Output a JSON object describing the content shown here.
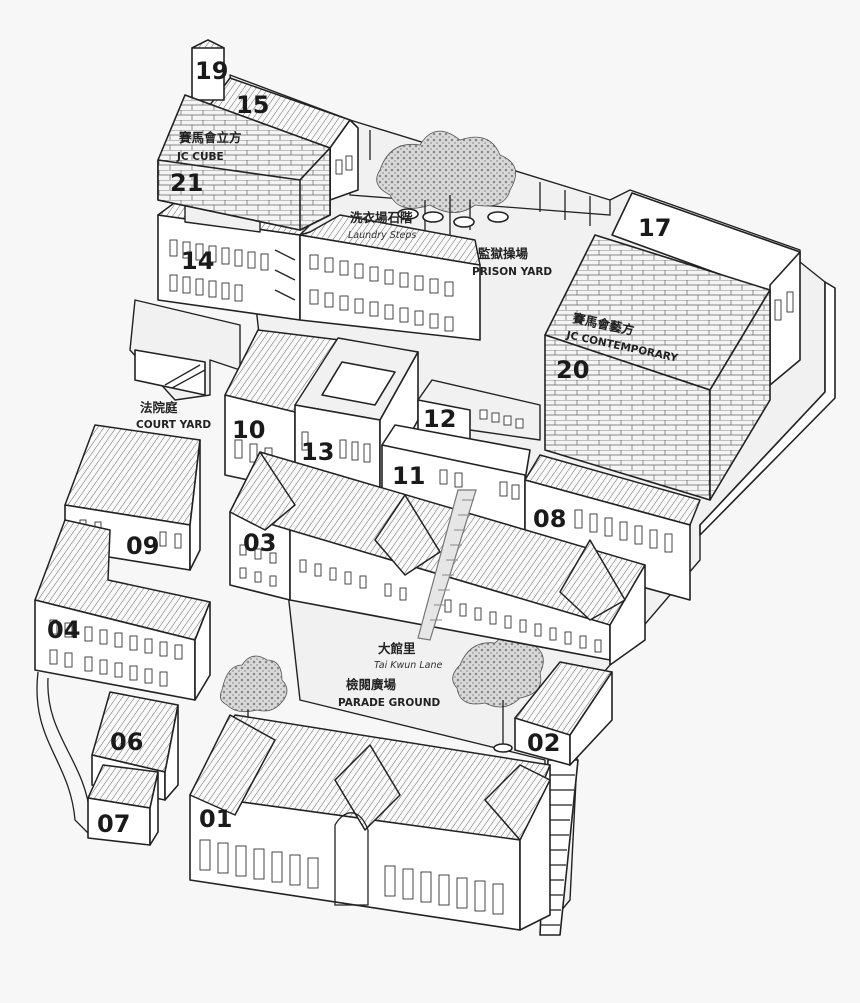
{
  "map": {
    "buildings": [
      {
        "id": "b01",
        "label": "01"
      },
      {
        "id": "b02",
        "label": "02"
      },
      {
        "id": "b03",
        "label": "03"
      },
      {
        "id": "b04",
        "label": "04"
      },
      {
        "id": "b06",
        "label": "06"
      },
      {
        "id": "b07",
        "label": "07"
      },
      {
        "id": "b08",
        "label": "08"
      },
      {
        "id": "b09",
        "label": "09"
      },
      {
        "id": "b10",
        "label": "10"
      },
      {
        "id": "b11",
        "label": "11"
      },
      {
        "id": "b12",
        "label": "12"
      },
      {
        "id": "b13",
        "label": "13"
      },
      {
        "id": "b14",
        "label": "14"
      },
      {
        "id": "b15",
        "label": "15"
      },
      {
        "id": "b17",
        "label": "17"
      },
      {
        "id": "b19",
        "label": "19"
      },
      {
        "id": "b20",
        "label": "20"
      },
      {
        "id": "b21",
        "label": "21"
      }
    ],
    "places": {
      "jc_cube": {
        "zh": "賽馬會立方",
        "en": "JC CUBE"
      },
      "laundry_steps": {
        "zh": "洗衣場石階",
        "en": "Laundry Steps"
      },
      "prison_yard": {
        "zh": "監獄操場",
        "en": "PRISON YARD"
      },
      "jc_contemporary": {
        "zh": "賽馬會藝方",
        "en": "JC CONTEMPORARY"
      },
      "court_yard": {
        "zh": "法院庭",
        "en": "COURT YARD"
      },
      "tai_kwun_lane": {
        "zh": "大館里",
        "en": "Tai Kwun Lane"
      },
      "parade_ground": {
        "zh": "檢閱廣場",
        "en": "PARADE GROUND"
      }
    },
    "colors": {
      "background": "#f7f7f7",
      "ink": "#222222",
      "wall": "#ffffff"
    }
  }
}
